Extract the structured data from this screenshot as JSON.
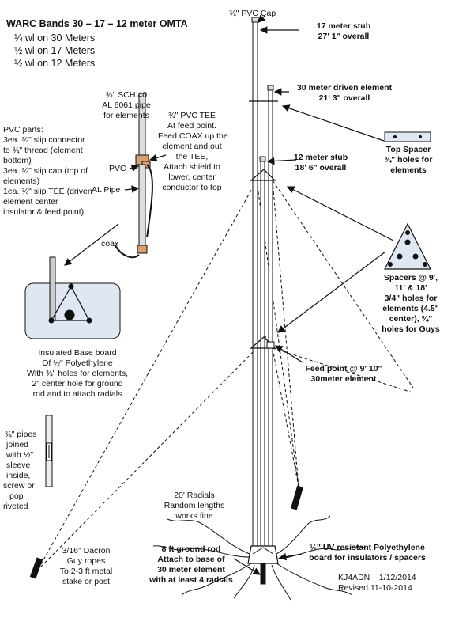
{
  "title": {
    "heading": "WARC Bands 30 – 17 – 12 meter OMTA",
    "lines": [
      "¼ wl on 30 Meters",
      "½ wl on 17 Meters",
      "½ wl on 12 Meters"
    ]
  },
  "labels": {
    "pvc_cap": "¾\" PVC Cap",
    "stub17_a": "17 meter stub",
    "stub17_b": "27' 1\" overall",
    "driven30_a": "30 meter driven element",
    "driven30_b": "21' 3\" overall",
    "stub12_a": "12 meter stub",
    "stub12_b": "18' 6\" overall",
    "top_spacer": [
      "Top Spacer",
      "¾\" holes for",
      "elements"
    ],
    "sch40": [
      "¾\" SCH 40",
      "AL 6061 pipe",
      "for elements"
    ],
    "pvc_tee": [
      "¾\" PVC TEE",
      "At feed point.",
      "Feed COAX up the",
      "element and out",
      "the TEE,",
      "Attach shield to",
      "lower, center",
      "conductor to top"
    ],
    "pvc_parts": [
      "PVC parts:",
      "3ea. ¾\" slip connector",
      "to ¾\" thread (element",
      "bottom)",
      "3ea. ¾\" slip cap (top of",
      "elements)",
      "1ea. ¾\" slip TEE (driven",
      "element center",
      "insulator & feed point)"
    ],
    "pvc": "PVC",
    "al_pipe": "AL Pipe",
    "coax": "coax",
    "spacers": [
      "Spacers @ 9',",
      "11' & 18'",
      "3/4\" holes for",
      "elements (4.5\"",
      "center), ¾\"",
      "holes for Guys"
    ],
    "base_board": [
      "Insulated Base board",
      "Of ½\" Polyethylene",
      "With ¾\" holes for elements,",
      "2\" center hole for ground",
      "rod and to attach radials"
    ],
    "feed_point_a": "Feed point @ 9' 10\"",
    "feed_point_b": "30meter element",
    "pipes_joined": [
      "¾\" pipes",
      "joined",
      "with ½\"",
      "sleeve",
      "inside,",
      "screw or",
      "pop",
      "riveted"
    ],
    "radials": [
      "20'  Radials",
      "Random lengths",
      "works fine"
    ],
    "guy_ropes": [
      "3/16\" Dacron",
      "Guy ropes",
      "To 2-3 ft metal",
      "stake or post"
    ],
    "ground_rod": [
      "8 ft ground rod",
      "Attach to base of",
      "30 meter element",
      "with at least 4 radials"
    ],
    "uv_board": [
      "½\" UV resistant Polyethylene",
      "board for insulators / spacers"
    ],
    "credit_a": "KJ4ADN – 1/12/2014",
    "credit_b": "Revised 11-10-2014"
  }
}
